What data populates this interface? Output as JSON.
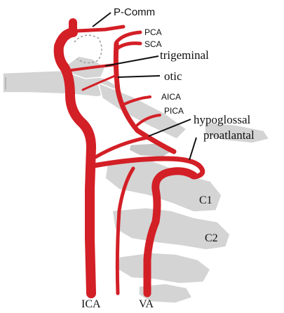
{
  "labels": {
    "pcomm": "P-Comm",
    "pca": "PCA",
    "sca": "SCA",
    "trigeminal": "trigeminal",
    "otic": "otic",
    "aica": "AICA",
    "pica": "PICA",
    "hypoglossal": "hypoglossal",
    "proatlantal": "proatlantal",
    "c1": "C1",
    "c2": "C2",
    "ica": "ICA",
    "va": "VA"
  },
  "colors": {
    "artery": "#d31f26",
    "bone": "#d4d4d4",
    "label": "#111111"
  }
}
